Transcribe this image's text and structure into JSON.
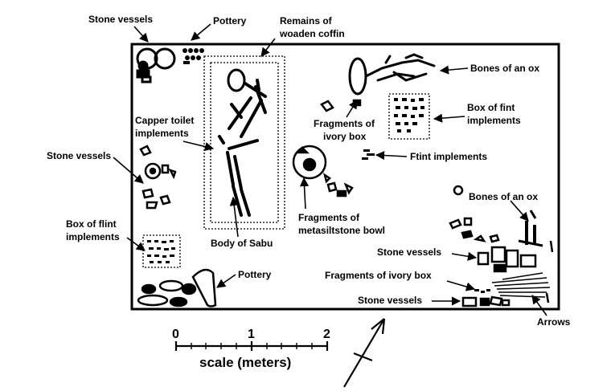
{
  "labels": {
    "stone_vessels_tl": "Stone vessels",
    "pottery_top": "Pottery",
    "coffin_1": "Remains of",
    "coffin_2": "woaden coffin",
    "bones_ox_top": "Bones of an ox",
    "box_fint_1": "Box of fint",
    "box_fint_2": "implements",
    "copper_1": "Capper toilet",
    "copper_2": "implements",
    "ivory_1": "Fragments of",
    "ivory_2": "ivory box",
    "ftint": "Ftint implements",
    "stone_vessels_left": "Stone vessels",
    "bones_ox_right": "Bones of an ox",
    "box_flint_1": "Box of flint",
    "box_flint_2": "implements",
    "meta_1": "Fragments of",
    "meta_2": "metasiltstone bowl",
    "body": "Body of Sabu",
    "stone_vessels_right": "Stone vessels",
    "pottery_bottom": "Pottery",
    "ivory_box_bottom": "Fragments of ivory box",
    "stone_vessels_bottom": "Stone vessels",
    "arrows": "Arrows"
  },
  "scale": {
    "ticks": [
      "0",
      "1",
      "2"
    ],
    "caption": "scale (meters)"
  }
}
